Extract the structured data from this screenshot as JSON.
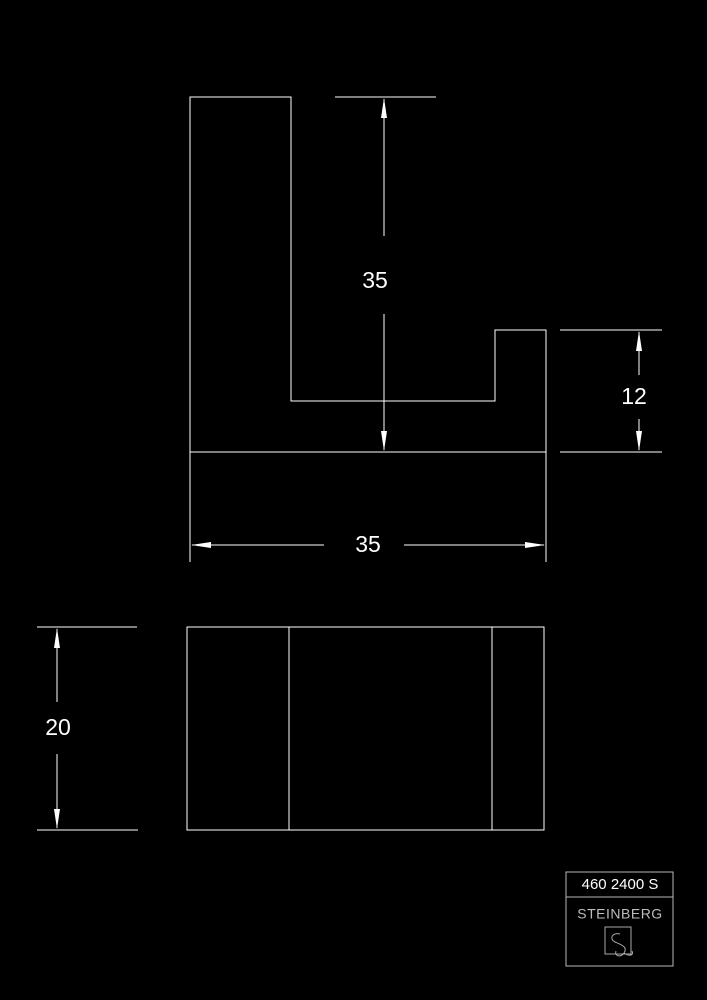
{
  "dimensions": {
    "hook_height": "35",
    "tip_height": "12",
    "total_width": "35",
    "side_depth": "20"
  },
  "title_block": {
    "article_number": "460 2400 S",
    "brand": "STEINBERG"
  },
  "colors": {
    "background": "#000000",
    "lines": "#ffffff",
    "title_block_border": "#b9b9b9"
  }
}
